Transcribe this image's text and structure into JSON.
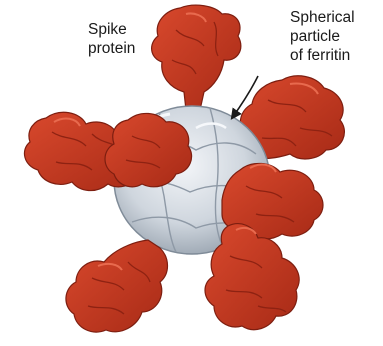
{
  "labels": {
    "spike": [
      "Spike",
      "protein"
    ],
    "ferritin": [
      "Spherical",
      "particle",
      "of ferritin"
    ]
  },
  "colors": {
    "spike": "#c0341d",
    "spike_dark": "#8e2212",
    "spike_highlight": "#e0573c",
    "ferritin": "#cfd6de",
    "ferritin_dark": "#8e99a6",
    "ferritin_light": "#eef1f5",
    "text": "#1a1a1a"
  },
  "icons": [
    "spike-protein-shape",
    "ferritin-sphere-shape",
    "curved-arrow-icon"
  ]
}
